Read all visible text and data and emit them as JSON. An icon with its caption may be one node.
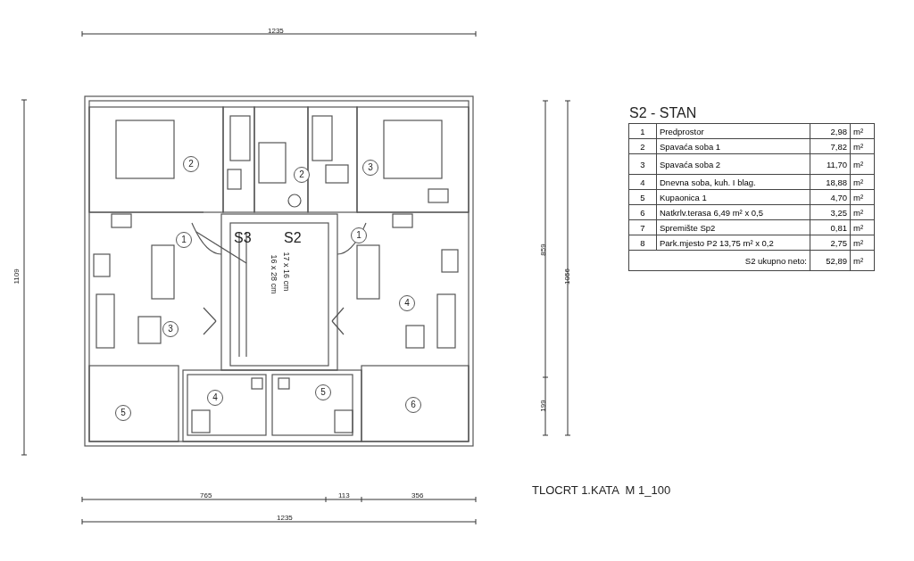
{
  "diagram": {
    "caption": "TLOCRT 1.KATA  M 1_100",
    "labels": [
      "1235",
      "1109",
      "2",
      "2",
      "3",
      "1",
      "S3",
      "S2",
      "1",
      "16 x 28 cm",
      "17 x 16 cm",
      "4",
      "3",
      "5",
      "4",
      "6",
      "5",
      "859",
      "199",
      "1056",
      "S2 - STAN",
      "1",
      "Predprostor",
      "2,98",
      "m²",
      "2",
      "Spavaća soba 1",
      "7,82",
      "m²",
      "3",
      "Spavaća soba 2",
      "11,70",
      "m²",
      "4",
      "Dnevna soba, kuh. I blag.",
      "18,88",
      "m²",
      "5",
      "Kupaonica 1",
      "4,70",
      "m²",
      "6",
      "Natkrlv.terasa 6,49 m² x 0,5",
      "3,25",
      "m²",
      "7",
      "Spremište Sp2",
      "0,81",
      "m²",
      "8",
      "Park.mjesto P2 13,75 m² x 0,2",
      "2,75",
      "m²",
      "S2 ukupno neto:",
      "52,89",
      "m²",
      "765",
      "113",
      "356",
      "1235"
    ]
  }
}
